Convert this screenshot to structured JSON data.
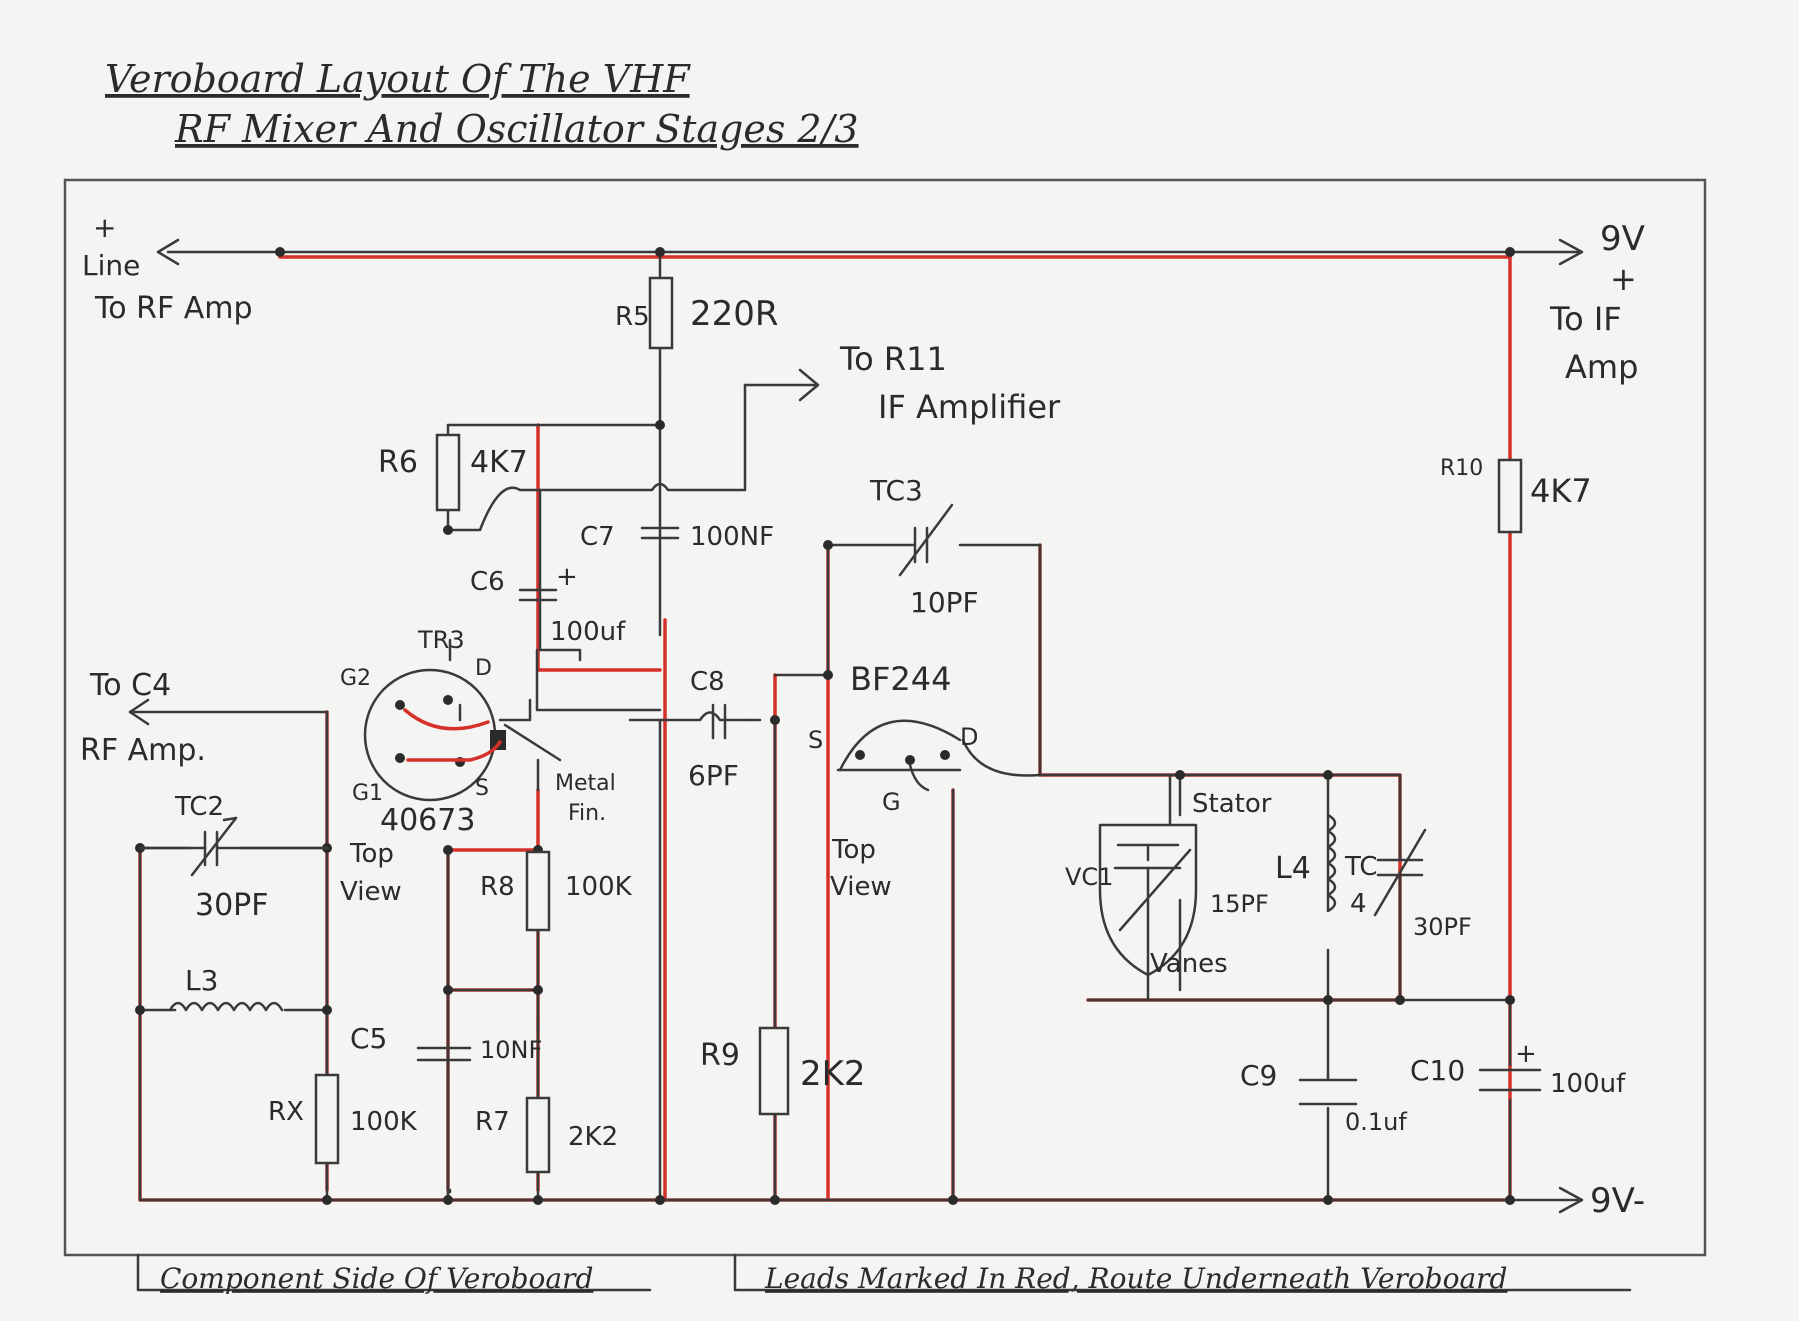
{
  "title": {
    "line1": "Veroboard Layout Of The VHF",
    "line2": "RF Mixer And Oscillator Stages 2/3"
  },
  "footer": {
    "left": "Component Side Of Veroboard",
    "right": "Leads Marked In Red, Route Underneath Veroboard"
  },
  "connections": {
    "line_plus": "+",
    "line": "Line",
    "to_rf_amp": "To RF Amp",
    "nine_v_plus": "9V",
    "plus_sign": "+",
    "to_if": "To IF",
    "amp": "Amp",
    "to_r11": "To R11",
    "if_amplifier": "IF Amplifier",
    "to_c4": "To C4",
    "rf_amp": "RF Amp.",
    "nine_v_minus": "9V-"
  },
  "components": {
    "r5": "R5",
    "r5_val": "220R",
    "r6": "R6",
    "r6_val": "4K7",
    "c7": "C7",
    "c7_val": "100NF",
    "c6": "C6",
    "c6_val": "100uf",
    "tc3": "TC3",
    "tc3_val": "10PF",
    "r10": "R10",
    "r10_val": "4K7",
    "tr3": "TR3",
    "tr3_part": "40673",
    "tr3_g2": "G2",
    "tr3_d": "D",
    "tr3_g1": "G1",
    "tr3_s": "S",
    "metal_fin_1": "Metal",
    "metal_fin_2": "Fin.",
    "top_view_1": "Top",
    "top_view_2": "View",
    "c8": "C8",
    "c8_val": "6PF",
    "bf244": "BF244",
    "bf_s": "S",
    "bf_d": "D",
    "bf_g": "G",
    "tc2": "TC2",
    "tc2_val": "30PF",
    "l3": "L3",
    "r8": "R8",
    "r8_val": "100K",
    "c5": "C5",
    "c5_val": "10NF",
    "rx": "RX",
    "rx_val": "100K",
    "r7": "R7",
    "r7_val": "2K2",
    "r9": "R9",
    "r9_val": "2K2",
    "stator": "Stator",
    "vc1": "VC1",
    "vc1_val": "15PF",
    "vanes": "Vanes",
    "l4": "L4",
    "tc4_a": "TC",
    "tc4_b": "4",
    "tc4_val": "30PF",
    "c9": "C9",
    "c9_val": "0.1uf",
    "c10": "C10",
    "c10_val": "100uf"
  }
}
